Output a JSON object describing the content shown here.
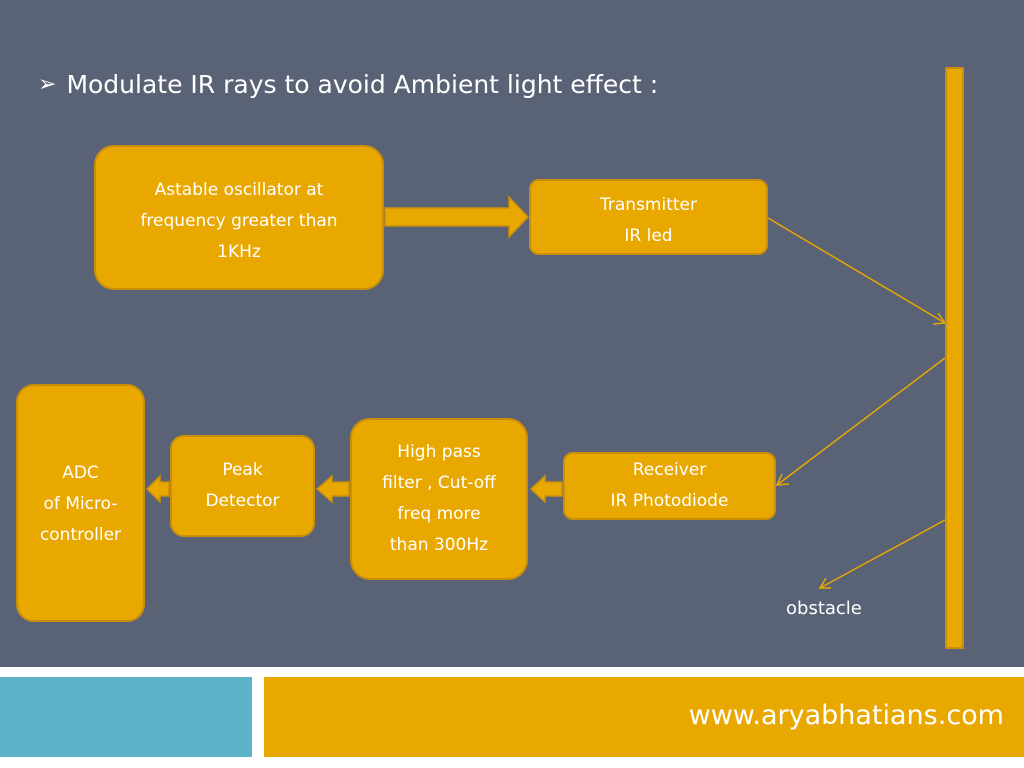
{
  "heading": {
    "bullet": "➢",
    "text": "Modulate IR rays to avoid Ambient light effect :"
  },
  "blocks": {
    "oscillator": [
      "Astable oscillator at",
      "frequency greater than",
      "1KHz"
    ],
    "transmitter": [
      "Transmitter",
      "IR led"
    ],
    "receiver": [
      "Receiver",
      "IR Photodiode"
    ],
    "high_pass": [
      "High pass",
      "filter , Cut-off",
      "freq more",
      "than 300Hz"
    ],
    "peak": [
      "Peak",
      "Detector"
    ],
    "adc": [
      "ADC",
      "of Micro-",
      "controller"
    ]
  },
  "obstacle_label": "obstacle",
  "footer": {
    "url": "www.aryabhatians.com"
  },
  "colors": {
    "background": "#5a6276",
    "block_fill": "#e9a800",
    "block_border": "#c8900a",
    "footer_left": "#5fb3c9",
    "text": "#ffffff"
  }
}
